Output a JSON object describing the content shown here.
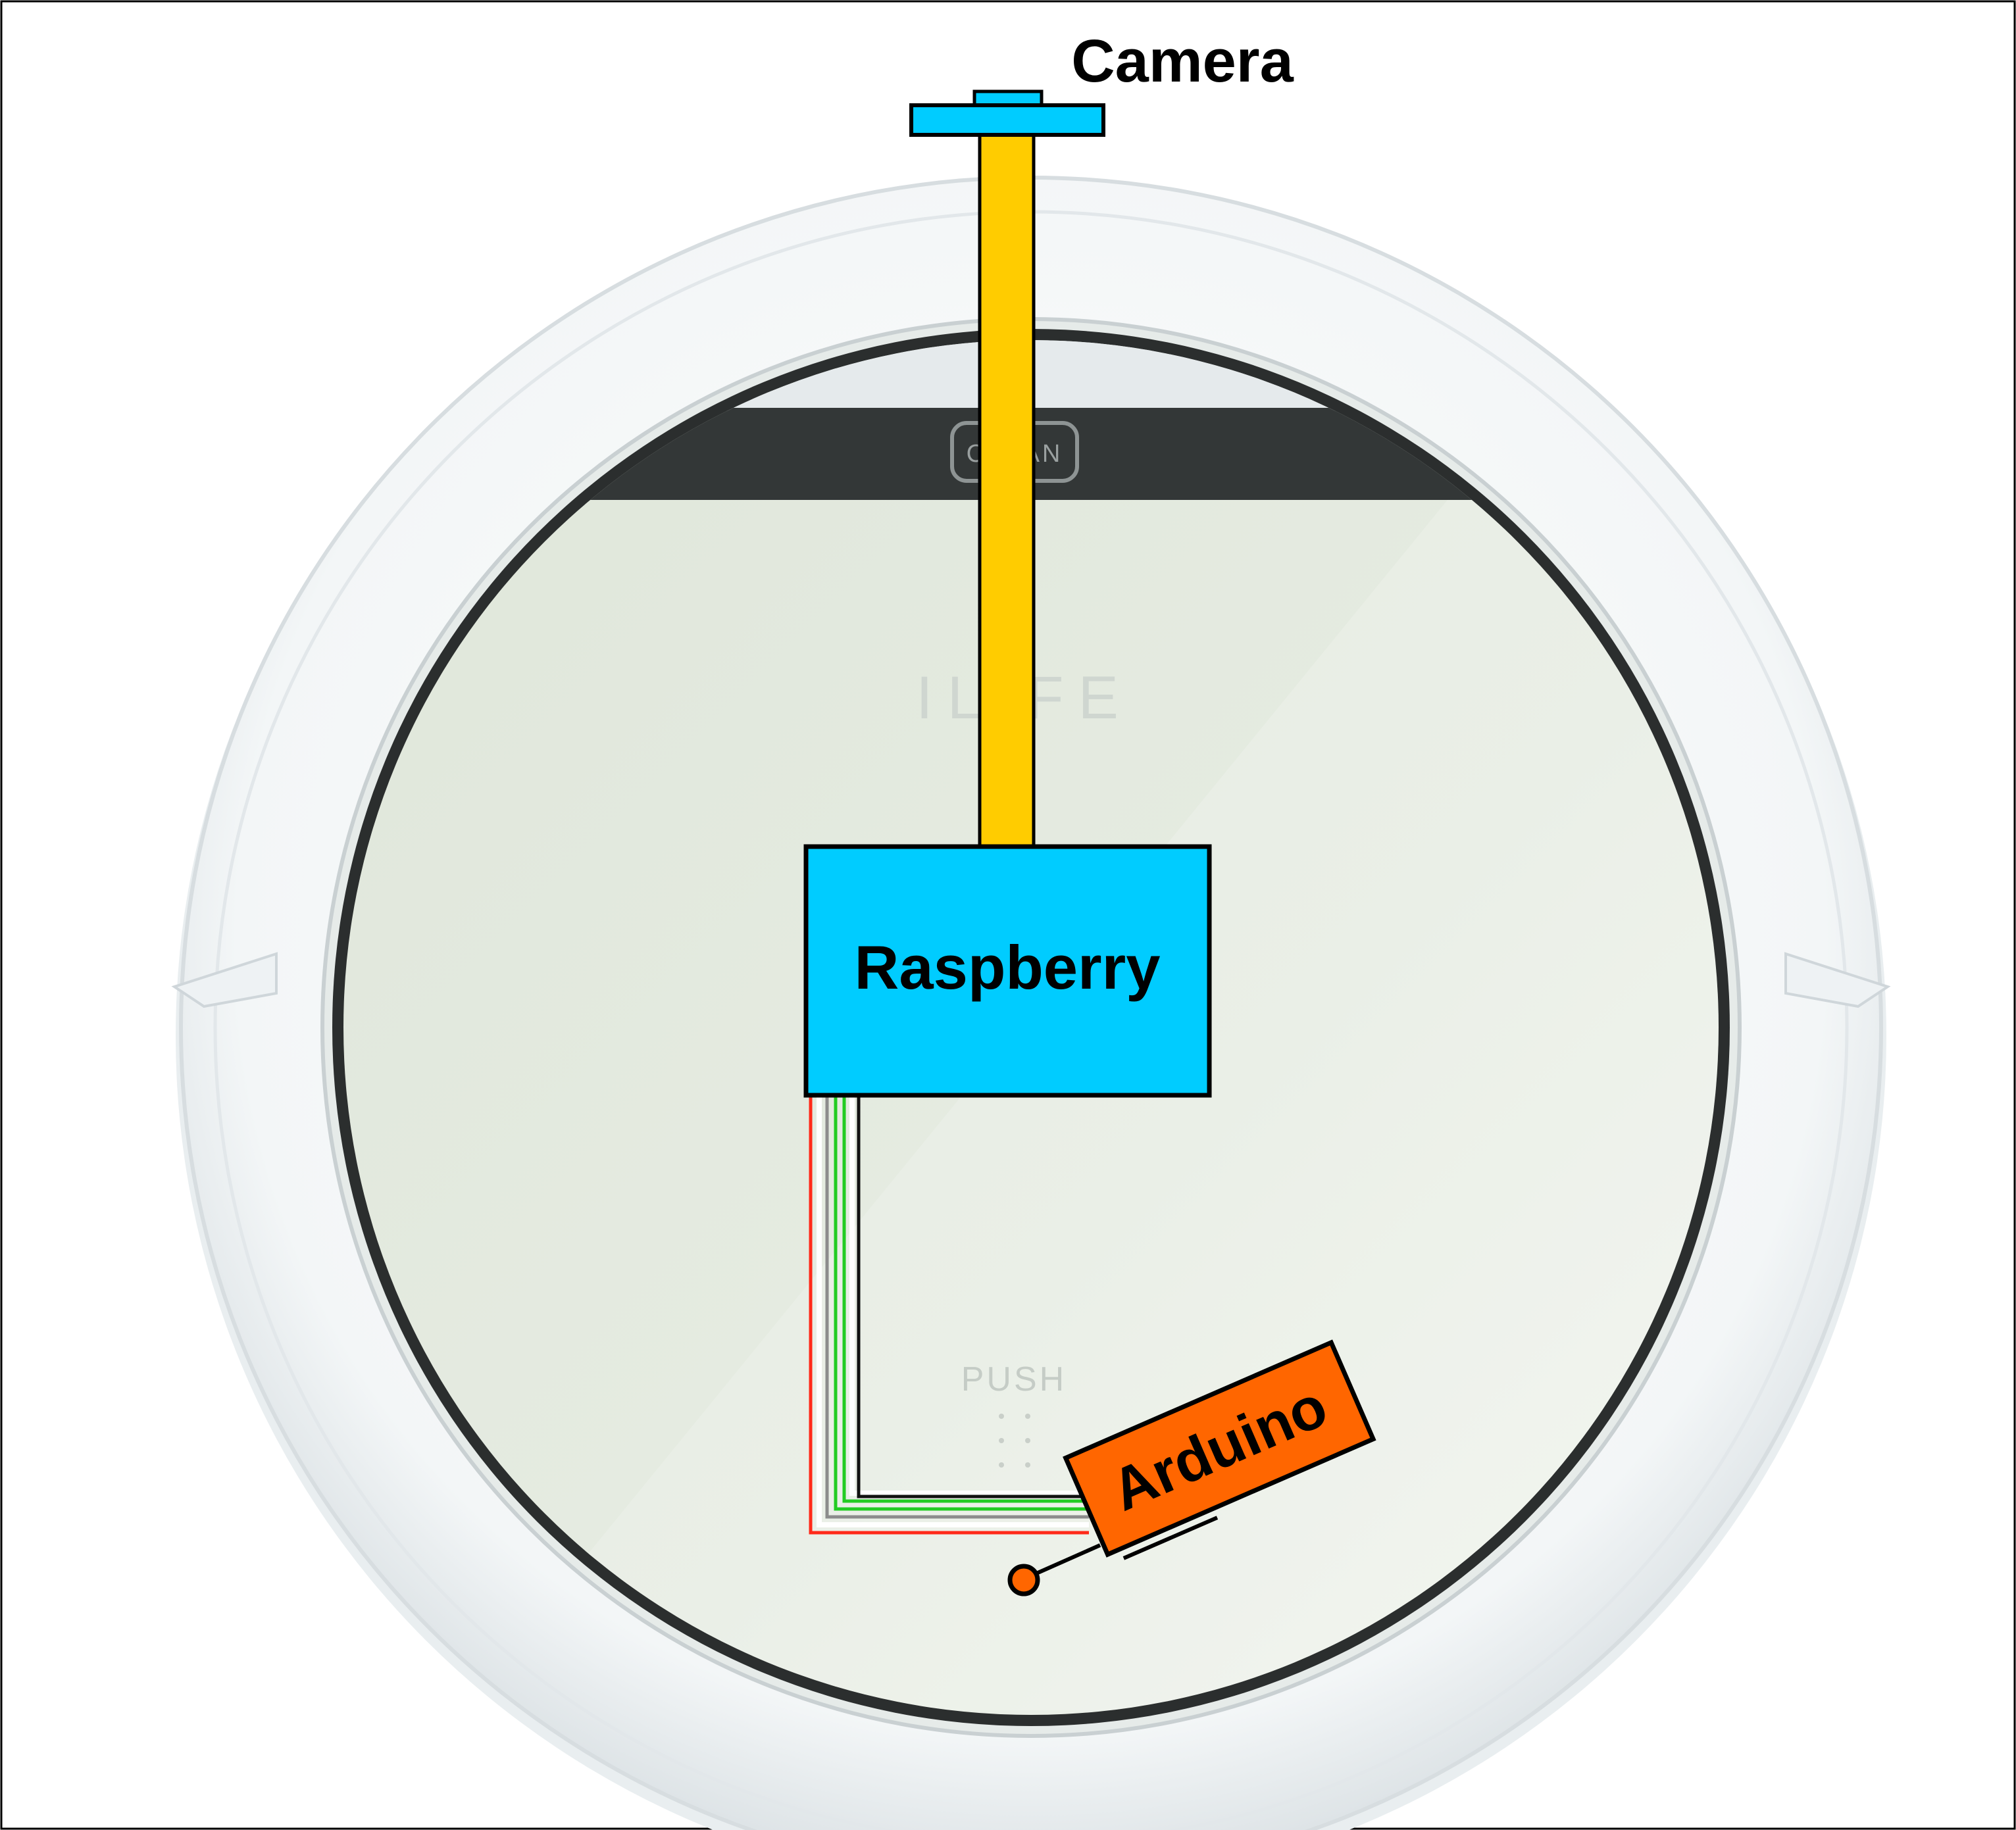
{
  "labels": {
    "camera": "Camera",
    "raspberry": "Raspberry",
    "arduino": "Arduino"
  },
  "device_markings": {
    "top_logo": "CLEAN",
    "brand": "ILIFE",
    "push": "PUSH"
  },
  "colors": {
    "camera_mount": "#00CCFF",
    "raspberry_box": "#00CCFF",
    "cable": "#FFCC00",
    "arduino_box": "#FF6600",
    "wire_red": "#FF2A1A",
    "wire_gray": "#8C8C8C",
    "wire_green": "#22CC22",
    "wire_white": "#FFFFFF",
    "wire_black": "#111111",
    "outline": "#000000",
    "robot_glass": "#E3E9DD",
    "robot_rim": "#2B2E2E",
    "robot_body": "#F4F7F8"
  }
}
